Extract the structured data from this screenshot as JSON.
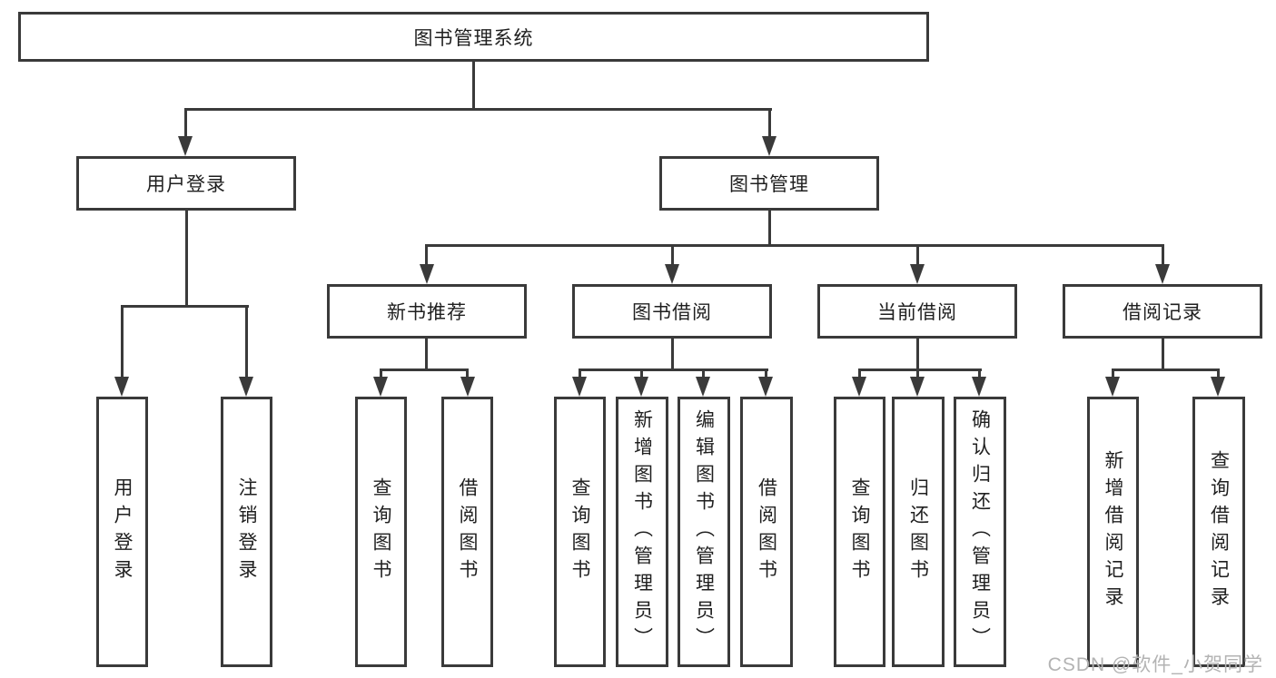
{
  "diagram": {
    "type": "tree",
    "root": {
      "label": "图书管理系统"
    },
    "level2": [
      {
        "label": "用户登录"
      },
      {
        "label": "图书管理"
      }
    ],
    "level3": [
      {
        "label": "新书推荐",
        "parent": "图书管理"
      },
      {
        "label": "图书借阅",
        "parent": "图书管理"
      },
      {
        "label": "当前借阅",
        "parent": "图书管理"
      },
      {
        "label": "借阅记录",
        "parent": "图书管理"
      }
    ],
    "leaves": [
      {
        "label": "用户登录",
        "parent": "用户登录"
      },
      {
        "label": "注销登录",
        "parent": "用户登录"
      },
      {
        "label": "查询图书",
        "parent": "新书推荐"
      },
      {
        "label": "借阅图书",
        "parent": "新书推荐"
      },
      {
        "label": "查询图书",
        "parent": "图书借阅"
      },
      {
        "label": "新增图书（管理员）",
        "parent": "图书借阅"
      },
      {
        "label": "编辑图书（管理员）",
        "parent": "图书借阅"
      },
      {
        "label": "借阅图书",
        "parent": "图书借阅"
      },
      {
        "label": "查询图书",
        "parent": "当前借阅"
      },
      {
        "label": "归还图书",
        "parent": "当前借阅"
      },
      {
        "label": "确认归还（管理员）",
        "parent": "当前借阅"
      },
      {
        "label": "新增借阅记录",
        "parent": "借阅记录"
      },
      {
        "label": "查询借阅记录",
        "parent": "借阅记录"
      }
    ]
  },
  "watermark": {
    "text": "CSDN @软件_小贺同学"
  },
  "colors": {
    "line": "#3a3a3a",
    "text": "#1f1f1f",
    "watermark": "#b3b3b3",
    "background": "#ffffff"
  }
}
